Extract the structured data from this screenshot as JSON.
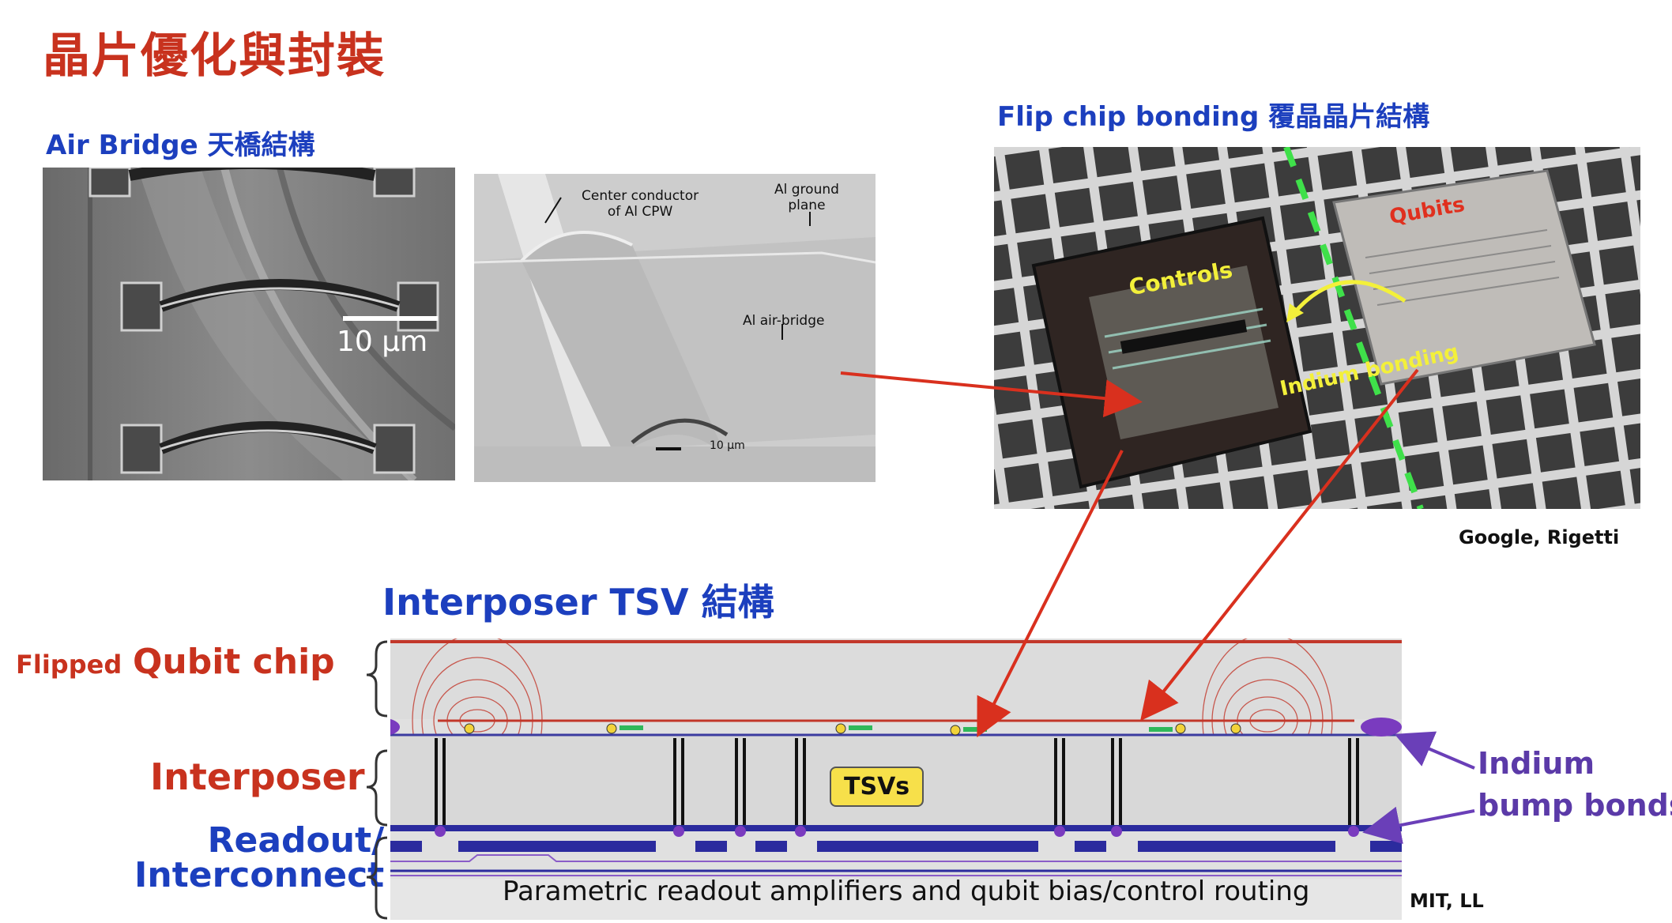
{
  "title": "晶片優化與封裝",
  "air_bridge": {
    "heading": "Air Bridge 天橋結構",
    "scale_label": "10 µm",
    "annot_center": "Center conductor\nof Al CPW",
    "annot_ground": "Al ground\nplane",
    "annot_bridge": "Al air-bridge",
    "scale2": "10 µm"
  },
  "flip_chip": {
    "heading": "Flip chip bonding 覆晶晶片結構",
    "controls": "Controls",
    "qubits": "Qubits",
    "indium_bonding": "Indium bonding",
    "credit": "Google, Rigetti"
  },
  "interposer": {
    "heading": "Interposer TSV 結構",
    "flipped_small": "Flipped",
    "flipped_big": "Qubit chip",
    "interposer_label": "Interposer",
    "readout_label": "Readout/\nInterconnect",
    "tsvs": "TSVs",
    "indium_bumps": "Indium\nbump bonds",
    "routing": "Parametric readout amplifiers and qubit bias/control routing",
    "credit": "MIT, LL"
  },
  "colors": {
    "title_red": "#c8321e",
    "heading_blue": "#1c3fbe",
    "arrow_red": "#d9301e",
    "indium_purple": "#6a2fb0",
    "tsv_yellow": "#f7e04a"
  }
}
